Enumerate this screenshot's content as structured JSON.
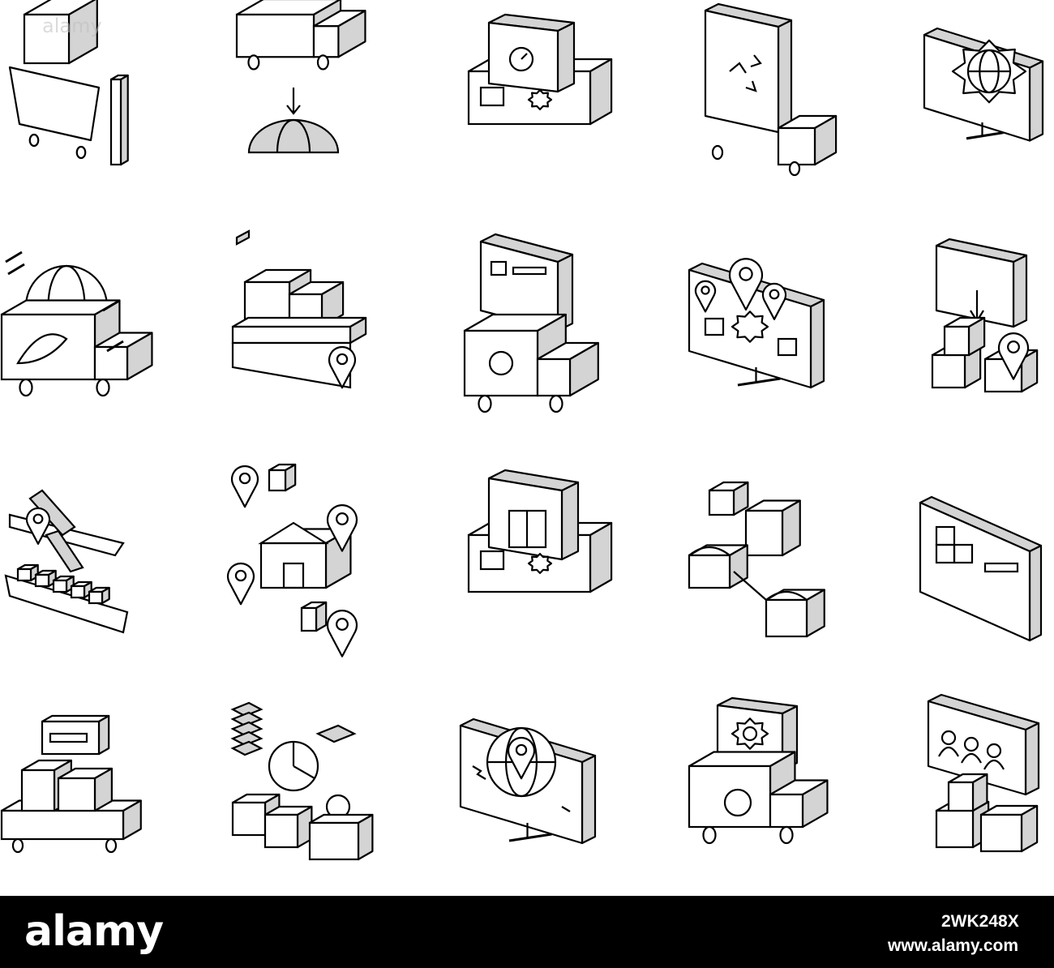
{
  "watermark": "alamy",
  "footer": {
    "logo": "alamy",
    "image_id": "2WK248X",
    "url": "www.alamy.com"
  },
  "colors": {
    "stroke": "#000000",
    "shade": "#d4d4d4",
    "background": "#ffffff",
    "footer": "#000000"
  },
  "icons": [
    [
      "shopping-cart-with-box-icon",
      "truck-unloading-to-dome-icon",
      "warehouse-timer-icon",
      "recycling-truck-icon",
      "globe-gear-monitor-icon"
    ],
    [
      "eco-delivery-van-icon",
      "boxes-on-cart-with-pin-icon",
      "delivery-van-timer-icon",
      "monitor-map-pins-gear-icon",
      "warehouse-to-boxes-pin-icon"
    ],
    [
      "plane-ship-transport-icon",
      "warehouse-network-pins-icon",
      "warehouse-building-icon",
      "stores-box-exchange-icon",
      "folder-with-boxes-icon"
    ],
    [
      "boxes-on-pallet-scale-icon",
      "analytics-with-worker-icon",
      "monitor-globe-location-icon",
      "delivery-van-settings-icon",
      "team-boxes-board-icon"
    ]
  ]
}
